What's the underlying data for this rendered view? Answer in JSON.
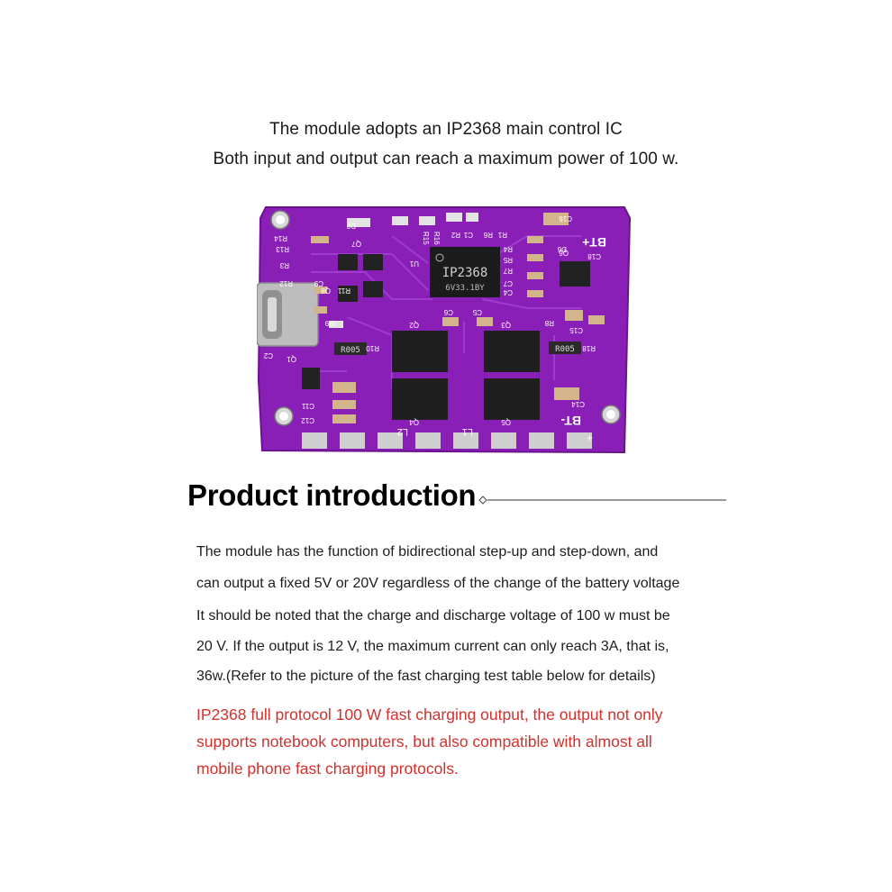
{
  "header": {
    "line1": "The module adopts an IP2368 main control IC",
    "line2": "Both input and output can reach a maximum power of 100 w."
  },
  "board": {
    "colors": {
      "pcb": "#8a1fb8",
      "pcb_edge": "#6b138f",
      "pad": "#cfcfcf",
      "chip": "#1b1b1b",
      "silk": "#ffffff"
    },
    "chip_mark": "IP2368",
    "chip_code": "6V33.1BY",
    "bt_plus": "BT+",
    "bt_minus": "BT-",
    "plus_mark": "+",
    "l1": "L1",
    "l2": "L2",
    "resistor_code": "R005",
    "refs": {
      "c16": "C16",
      "c18": "C18",
      "c15": "C15",
      "c14": "C14",
      "c2": "C2",
      "c11": "C11",
      "c12": "C12",
      "c5": "C5",
      "c6": "C6",
      "c7": "C7",
      "c1": "C1",
      "c4": "C4",
      "c9": "C9",
      "r1": "R1",
      "r2": "R2",
      "r3": "R3",
      "r4": "R4",
      "r5": "R5",
      "r6": "R6",
      "r7": "R7",
      "r8": "R8",
      "r9": "R9",
      "r10": "R10",
      "r11": "R11",
      "r12": "R12",
      "r13": "R13",
      "r14": "R14",
      "r15": "R15",
      "r16": "R16",
      "r18": "R18",
      "q1": "Q1",
      "q2": "Q2",
      "q3": "Q3",
      "q4": "Q4",
      "q5": "Q5",
      "q6": "Q6",
      "q7": "Q7",
      "q8": "Q8",
      "u1": "U1",
      "d2": "D2",
      "d6": "D6"
    }
  },
  "intro": {
    "title": "Product introduction",
    "paragraphs": [
      "The module has the function of bidirectional step-up and step-down, and",
      "can output a fixed 5V or 20V regardless of the change of the battery voltage",
      "It should be noted that the charge and discharge voltage of 100 w must be",
      "20 V. If the output is 12 V, the maximum current can only reach 3A, that is,",
      "36w.(Refer to the picture of the fast charging test table below for details)"
    ],
    "highlight": [
      "IP2368 full protocol 100 W fast charging output, the output not only",
      "supports notebook computers, but also compatible with almost all",
      "mobile phone fast charging protocols."
    ],
    "highlight_color": "#d2312d"
  }
}
